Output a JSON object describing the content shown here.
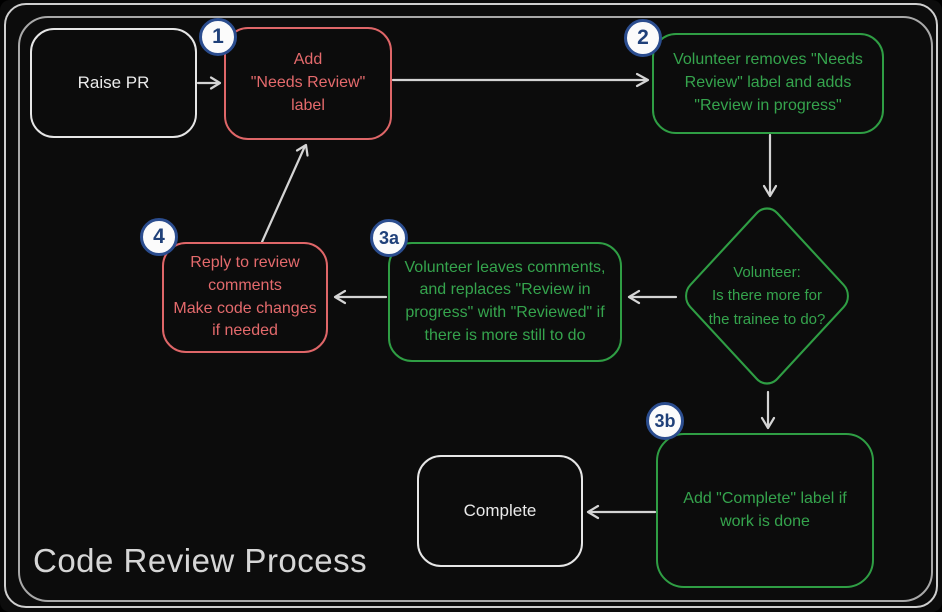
{
  "title": "Code Review Process",
  "colors": {
    "background": "#0c0c0c",
    "frame_border": "#cfcfcf",
    "red_accent": "#e46a6c",
    "green_accent": "#2f9e44",
    "neutral_accent": "#eaeaea",
    "arrow": "#d4d4d4",
    "badge_fill": "#fbfbfb",
    "badge_border": "#2b4d8f",
    "badge_text": "#1f4079",
    "title_text": "#d6d6d6"
  },
  "nodes": {
    "raise_pr": {
      "label": "Raise PR"
    },
    "add_needs_review": {
      "badge": "1",
      "label": "Add\n\"Needs Review\"\nlabel"
    },
    "volunteer_removes": {
      "badge": "2",
      "label": "Volunteer removes \"Needs\nReview\" label and adds\n\"Review in progress\""
    },
    "decision": {
      "label": "Volunteer:\nIs there more for\nthe trainee to do?"
    },
    "volunteer_leaves": {
      "badge": "3a",
      "label": "Volunteer leaves comments,\nand replaces \"Review in\nprogress\" with \"Reviewed\" if\nthere is more still to do"
    },
    "reply_to_review": {
      "badge": "4",
      "label": "Reply to review\ncomments\nMake code changes\nif needed"
    },
    "add_complete": {
      "badge": "3b",
      "label": "Add \"Complete\" label if\nwork is done"
    },
    "complete": {
      "label": "Complete"
    }
  }
}
